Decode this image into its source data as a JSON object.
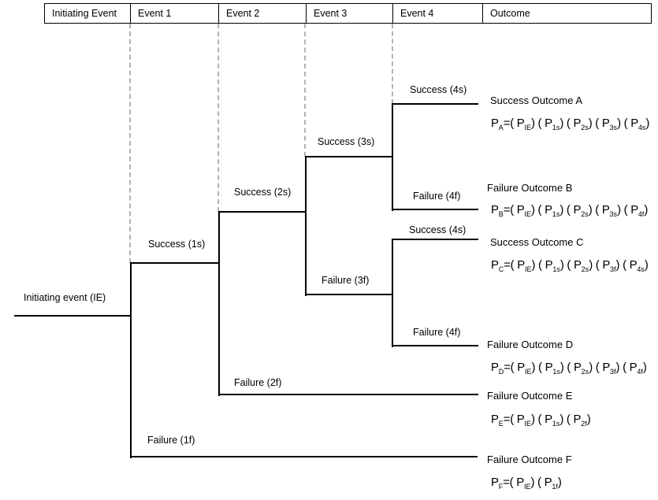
{
  "header": {
    "columns": [
      "Initiating Event",
      "Event 1",
      "Event 2",
      "Event 3",
      "Event 4",
      "Outcome"
    ]
  },
  "tree": {
    "initiating": "Initiating event (IE)",
    "branch_labels": {
      "s1": "Success (1s)",
      "f1": "Failure (1f)",
      "s2": "Success (2s)",
      "f2": "Failure (2f)",
      "s3": "Success (3s)",
      "f3": "Failure (3f)",
      "s4a": "Success (4s)",
      "f4b": "Failure (4f)",
      "s4c": "Success (4s)",
      "f4d": "Failure (4f)"
    }
  },
  "outcomes": [
    {
      "name": "Success Outcome A",
      "formula_parts": [
        [
          "P",
          "A"
        ],
        [
          "=( P",
          "IE"
        ],
        [
          ") ( P",
          "1s"
        ],
        [
          ") ( P",
          "2s"
        ],
        [
          ") ( P",
          "3s"
        ],
        [
          ") ( P",
          "4s"
        ],
        [
          ")",
          ""
        ]
      ]
    },
    {
      "name": "Failure Outcome B",
      "formula_parts": [
        [
          "P",
          "B"
        ],
        [
          "=( P",
          "IE"
        ],
        [
          ") ( P",
          "1s"
        ],
        [
          ") ( P",
          "2s"
        ],
        [
          ") ( P",
          "3s"
        ],
        [
          ") ( P",
          "4f"
        ],
        [
          ")",
          ""
        ]
      ]
    },
    {
      "name": "Success Outcome C",
      "formula_parts": [
        [
          "P",
          "C"
        ],
        [
          "=( P",
          "IE"
        ],
        [
          ") ( P",
          "1s"
        ],
        [
          ") ( P",
          "2s"
        ],
        [
          ") ( P",
          "3f"
        ],
        [
          ") ( P",
          "4s"
        ],
        [
          ")",
          ""
        ]
      ]
    },
    {
      "name": "Failure Outcome D",
      "formula_parts": [
        [
          "P",
          "D"
        ],
        [
          "=( P",
          "IE"
        ],
        [
          ") ( P",
          "1s"
        ],
        [
          ") ( P",
          "2s"
        ],
        [
          ") ( P",
          "3f"
        ],
        [
          ") ( P",
          "4f"
        ],
        [
          ")",
          ""
        ]
      ]
    },
    {
      "name": "Failure Outcome E",
      "formula_parts": [
        [
          "P",
          "E"
        ],
        [
          "=( P",
          "IE"
        ],
        [
          ") ( P",
          "1s"
        ],
        [
          ") ( P",
          "2f"
        ],
        [
          ")",
          ""
        ]
      ]
    },
    {
      "name": "Failure Outcome F",
      "formula_parts": [
        [
          "P",
          "F"
        ],
        [
          "=( P",
          "IE"
        ],
        [
          ") ( P",
          "1f"
        ],
        [
          ")",
          ""
        ]
      ]
    }
  ],
  "colors": {
    "line": "#000000",
    "dashed_separator": "#b3b3b3",
    "background": "#ffffff",
    "text": "#000000"
  }
}
